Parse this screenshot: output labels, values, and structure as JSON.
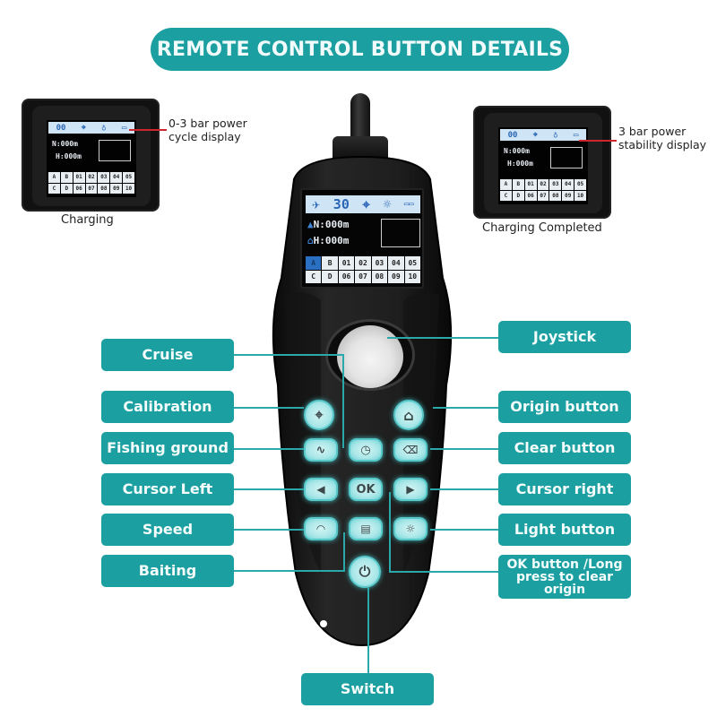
{
  "title": "REMOTE CONTROL BUTTON DETAILS",
  "colors": {
    "accent": "#1b9fa0",
    "key_glow": "#aee8e9",
    "callout_line": "#d0262b",
    "body": "#111111",
    "lcd_bar": "#cfe4f4",
    "lcd_highlight": "#2a6fc2"
  },
  "thumbnails": [
    {
      "id": "charging",
      "caption": "Charging",
      "note": "0-3 bar power cycle display",
      "lcd": {
        "bar": [
          "00",
          "crosshair",
          "bulb",
          "battery"
        ],
        "row1": "N:000m",
        "row2": "H:000m",
        "grid": [
          [
            "A",
            "B",
            "01",
            "02",
            "03",
            "04",
            "05"
          ],
          [
            "C",
            "D",
            "06",
            "07",
            "08",
            "09",
            "10"
          ]
        ]
      }
    },
    {
      "id": "charging-completed",
      "caption": "Charging Completed",
      "note": "3 bar power stability display",
      "lcd": {
        "bar": [
          "00",
          "crosshair",
          "bulb",
          "battery"
        ],
        "row1": "N:000m",
        "row2": "H:000m",
        "grid": [
          [
            "A",
            "B",
            "01",
            "02",
            "03",
            "04",
            "05"
          ],
          [
            "C",
            "D",
            "06",
            "07",
            "08",
            "09",
            "10"
          ]
        ]
      }
    }
  ],
  "main_screen": {
    "bar": {
      "satellite": "satellite-icon",
      "count": "30",
      "icons": [
        "crosshair-icon",
        "bulb-icon",
        "battery-icon"
      ]
    },
    "row1": "N:000m",
    "row2": "H:000m",
    "grid": [
      [
        "A",
        "B",
        "01",
        "02",
        "03",
        "04",
        "05"
      ],
      [
        "C",
        "D",
        "06",
        "07",
        "08",
        "09",
        "10"
      ]
    ],
    "selected_cell": "A"
  },
  "keys": {
    "ok": "OK"
  },
  "left_labels": [
    {
      "id": "cruise",
      "label": "Cruise"
    },
    {
      "id": "calibration",
      "label": "Calibration"
    },
    {
      "id": "fishing-ground",
      "label": "Fishing ground"
    },
    {
      "id": "cursor-left",
      "label": "Cursor Left"
    },
    {
      "id": "speed",
      "label": "Speed"
    },
    {
      "id": "baiting",
      "label": "Baiting"
    }
  ],
  "right_labels": [
    {
      "id": "joystick",
      "label": "Joystick"
    },
    {
      "id": "origin",
      "label": "Origin button"
    },
    {
      "id": "clear",
      "label": "Clear button"
    },
    {
      "id": "cursor-right",
      "label": "Cursor right"
    },
    {
      "id": "light",
      "label": "Light button"
    },
    {
      "id": "ok",
      "label": "OK button /Long press to clear origin"
    }
  ],
  "bottom_label": {
    "id": "switch",
    "label": "Switch"
  }
}
